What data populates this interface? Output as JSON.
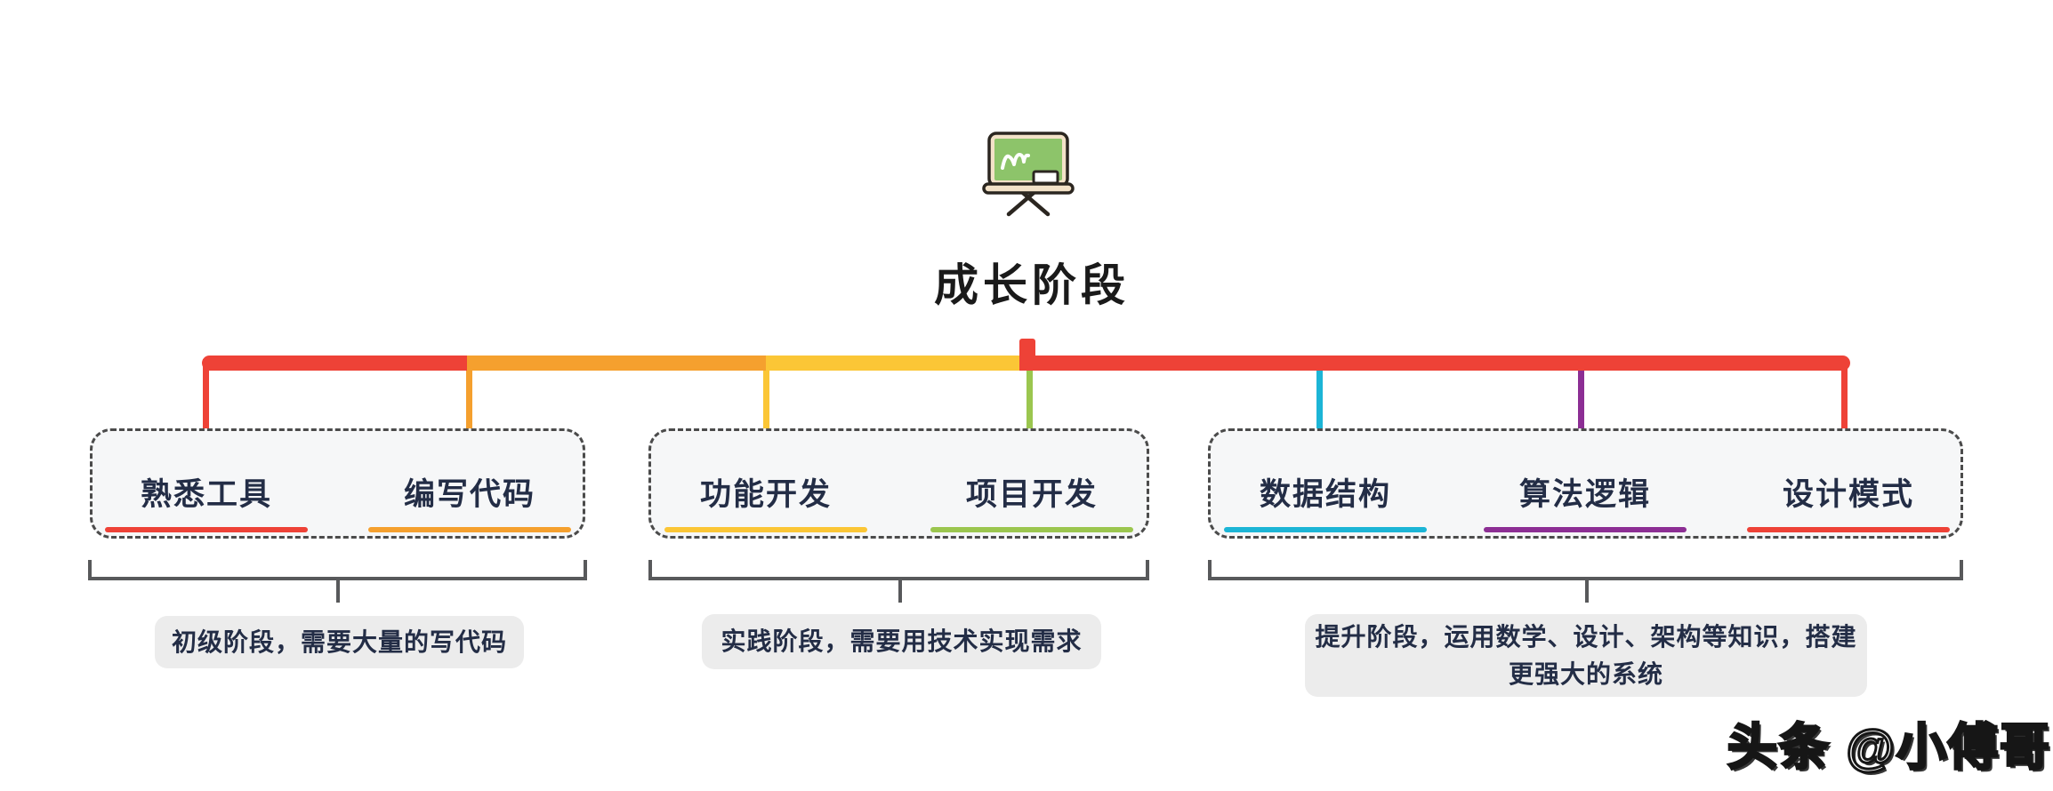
{
  "title": "成长阶段",
  "center_icon": "blackboard-easel-icon",
  "watermark": "头条 @小傅哥",
  "palette": {
    "red": "#ee4237",
    "orange": "#f5a02e",
    "yellow": "#fbc636",
    "green": "#9bc64f",
    "cyan": "#1cb5d6",
    "purple": "#8c2e94",
    "bracket_gray": "#58595b",
    "box_border": "#4b4b4b",
    "box_background": "#f6f7f8",
    "summary_background": "#ececec",
    "topic_text": "#232d46"
  },
  "trunk_segments": [
    "red",
    "orange",
    "yellow",
    "red"
  ],
  "groups": [
    {
      "topics": [
        {
          "label": "熟悉工具",
          "color": "#ee4237"
        },
        {
          "label": "编写代码",
          "color": "#f5a02e"
        }
      ],
      "summary_lines": [
        "初级阶段，需要大量的写代码"
      ]
    },
    {
      "topics": [
        {
          "label": "功能开发",
          "color": "#fbc636"
        },
        {
          "label": "项目开发",
          "color": "#9bc64f"
        }
      ],
      "summary_lines": [
        "实践阶段，需要用技术实现需求"
      ]
    },
    {
      "topics": [
        {
          "label": "数据结构",
          "color": "#1cb5d6"
        },
        {
          "label": "算法逻辑",
          "color": "#8c2e94"
        },
        {
          "label": "设计模式",
          "color": "#ee4237"
        }
      ],
      "summary_lines": [
        "提升阶段，运用数学、设计、架构等知识，搭建",
        "更强大的系统"
      ]
    }
  ]
}
